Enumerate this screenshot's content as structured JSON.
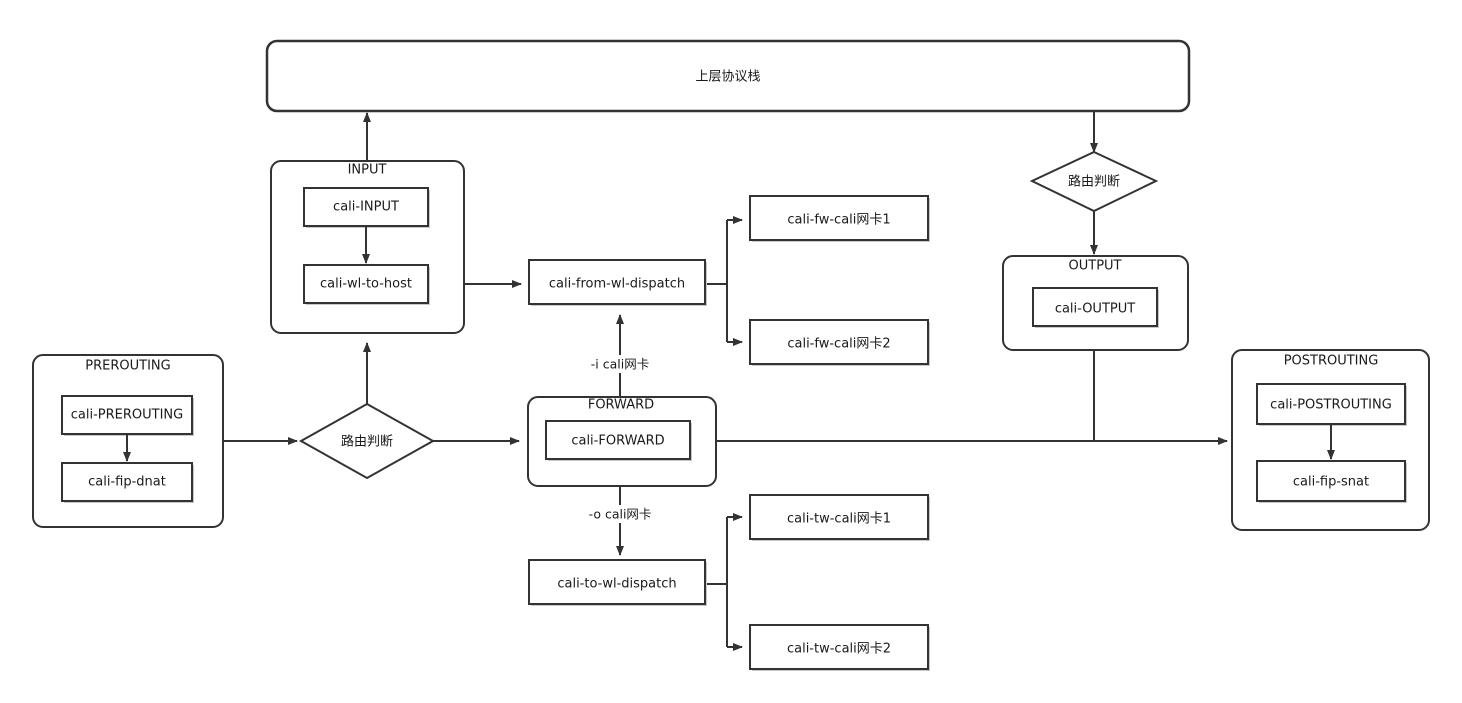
{
  "diagram": {
    "title_banner": {
      "label": "上层协议栈"
    },
    "decisions": [
      {
        "id": "route-left",
        "label": "路由判断"
      },
      {
        "id": "route-right",
        "label": "路由判断"
      }
    ],
    "chains": [
      {
        "id": "prerouting",
        "label": "PREROUTING",
        "rules": [
          {
            "label": "cali-PREROUTING"
          },
          {
            "label": "cali-fip-dnat"
          }
        ]
      },
      {
        "id": "input",
        "label": "INPUT",
        "rules": [
          {
            "label": "cali-INPUT"
          },
          {
            "label": "cali-wl-to-host"
          }
        ]
      },
      {
        "id": "forward",
        "label": "FORWARD",
        "rules": [
          {
            "label": "cali-FORWARD"
          }
        ]
      },
      {
        "id": "output",
        "label": "OUTPUT",
        "rules": [
          {
            "label": "cali-OUTPUT"
          }
        ]
      },
      {
        "id": "postrouting",
        "label": "POSTROUTING",
        "rules": [
          {
            "label": "cali-POSTROUTING"
          },
          {
            "label": "cali-fip-snat"
          }
        ]
      }
    ],
    "dispatch": [
      {
        "id": "from-wl-dispatch",
        "label": "cali-from-wl-dispatch"
      },
      {
        "id": "to-wl-dispatch",
        "label": "cali-to-wl-dispatch"
      }
    ],
    "policy_boxes": [
      {
        "id": "fw-nic-1",
        "label": "cali-fw-cali网卡1"
      },
      {
        "id": "fw-nic-2",
        "label": "cali-fw-cali网卡2"
      },
      {
        "id": "tw-nic-1",
        "label": "cali-tw-cali网卡1"
      },
      {
        "id": "tw-nic-2",
        "label": "cali-tw-cali网卡2"
      }
    ],
    "edge_labels": [
      {
        "id": "in-iface",
        "label": "-i cali网卡"
      },
      {
        "id": "out-iface",
        "label": "-o cali网卡"
      }
    ],
    "colors": {
      "stroke": "#333333",
      "fill": "#ffffff",
      "text": "#1a1a1a",
      "background": "#ffffff"
    }
  }
}
